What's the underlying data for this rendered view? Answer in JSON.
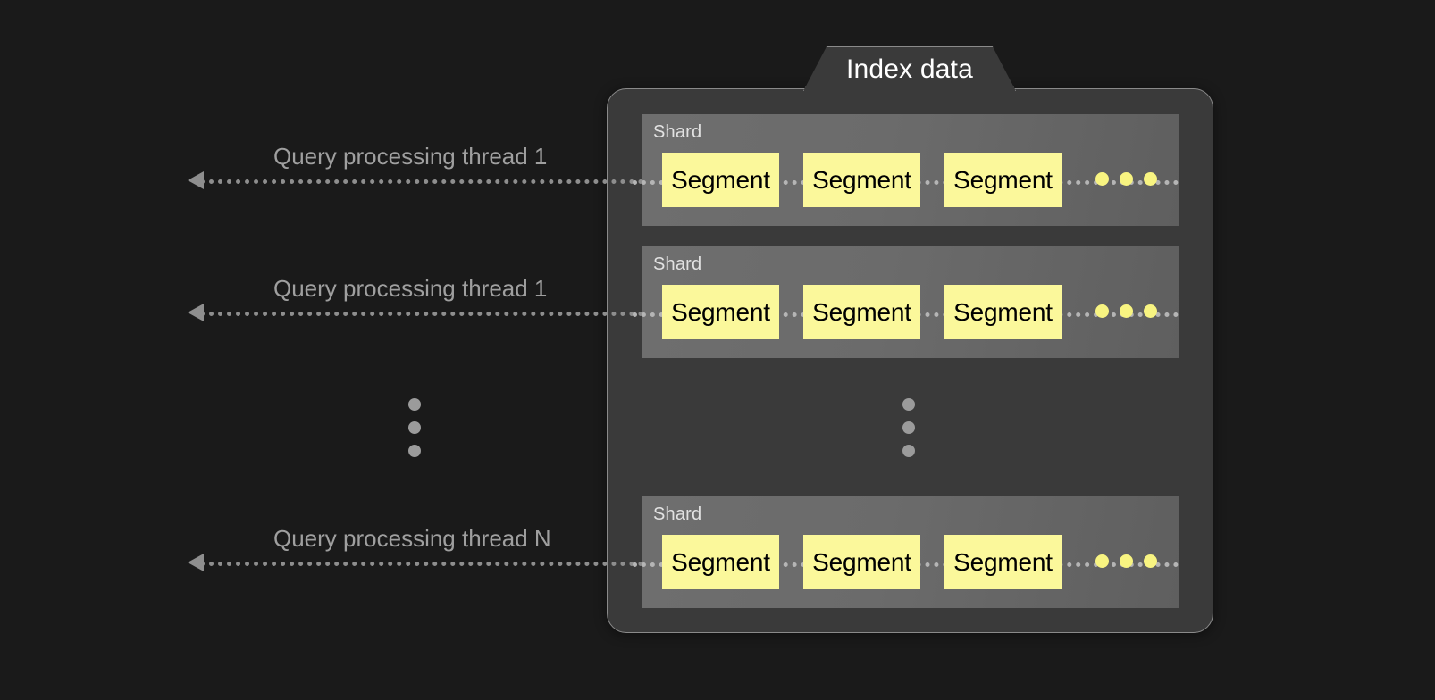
{
  "background_color": "#1a1a1a",
  "diagram": {
    "title": "Index data",
    "panel": {
      "tab_label": "Index data",
      "background_color": "#3a3a3a",
      "border_color": "#8a8a8a"
    },
    "shards": [
      {
        "label": "Shard",
        "segments": [
          "Segment",
          "Segment",
          "Segment"
        ],
        "trailing_dots": 3
      },
      {
        "label": "Shard",
        "segments": [
          "Segment",
          "Segment",
          "Segment"
        ],
        "trailing_dots": 3
      },
      {
        "label": "Shard",
        "segments": [
          "Segment",
          "Segment",
          "Segment"
        ],
        "trailing_dots": 3
      }
    ],
    "threads": [
      {
        "label": "Query processing thread 1"
      },
      {
        "label": "Query processing thread 1"
      },
      {
        "label": "Query processing thread N"
      }
    ],
    "ellipsis": {
      "outer_dots": 3,
      "inner_dots": 3
    },
    "colors": {
      "segment_fill": "#fbf89b",
      "segment_text": "#000000",
      "shard_fill": "#6b6b6b",
      "shard_label_text": "#e2e2e2",
      "thread_text": "#9f9f9f",
      "thread_line": "#8e8e8e",
      "trailing_dot": "#f8f481",
      "ellipsis_dot": "#9b9b9b",
      "tab_text": "#ffffff"
    }
  }
}
